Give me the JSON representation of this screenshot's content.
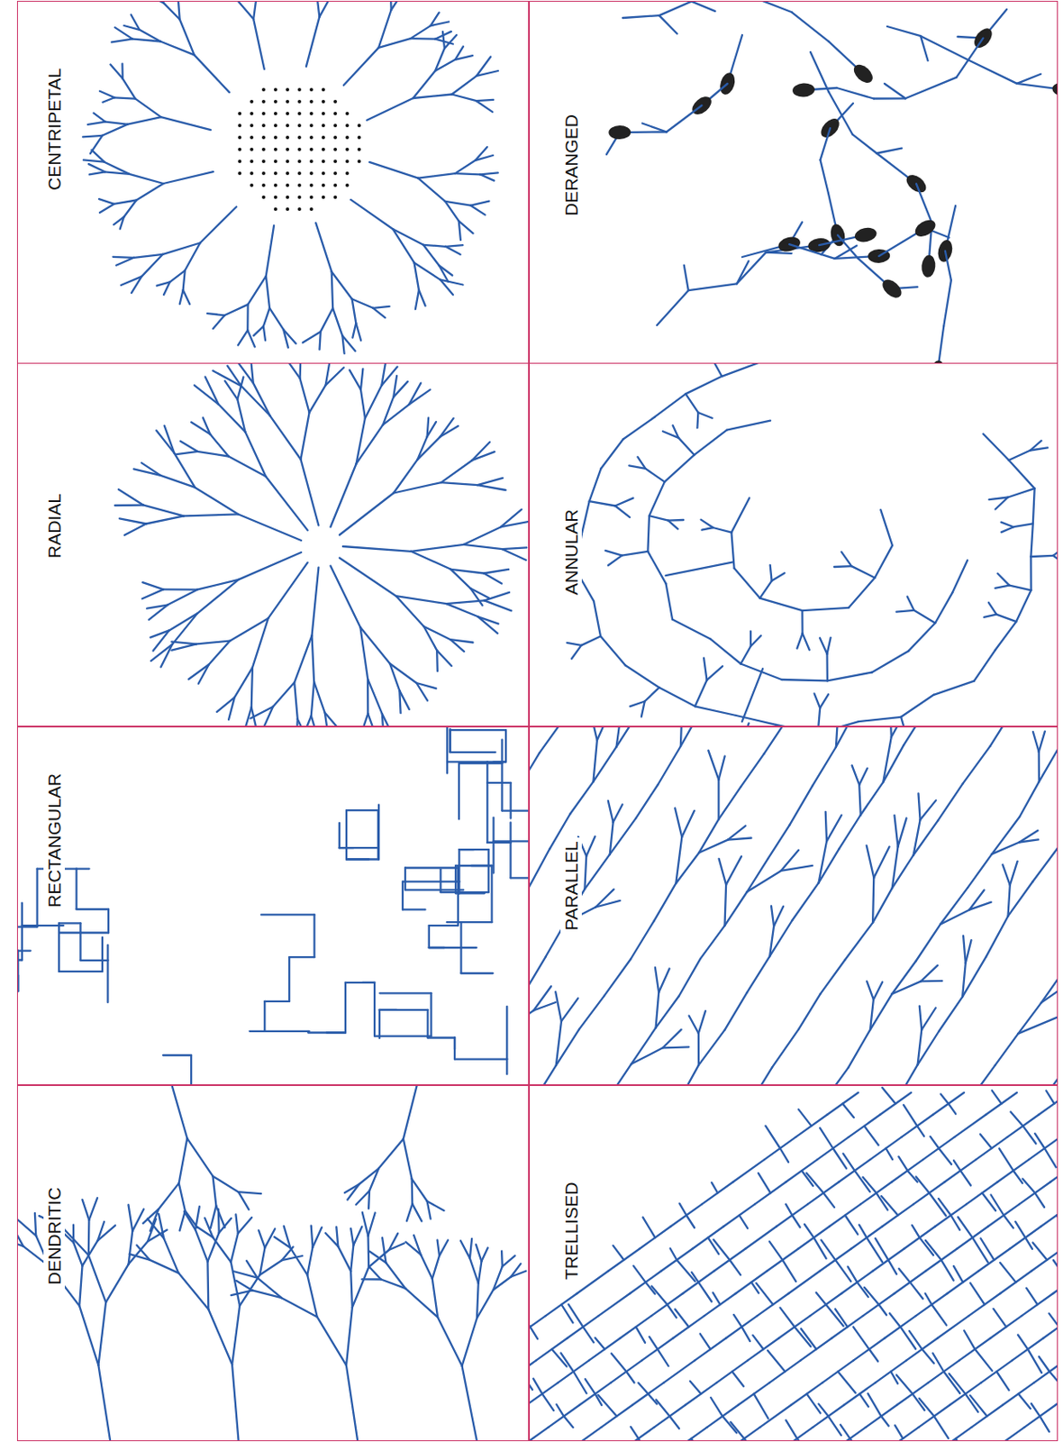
{
  "diagram": {
    "nodes": [
      {
        "text": [
          "CENTRIPETAL"
        ]
      },
      {
        "text": [
          "DERANGED"
        ]
      },
      {
        "text": [
          "RADIAL"
        ]
      },
      {
        "text": [
          "ANNULAR"
        ]
      },
      {
        "text": [
          "RECTANGULAR"
        ]
      },
      {
        "text": [
          "PARALLEL"
        ]
      },
      {
        "text": [
          "DENDRITIC"
        ]
      },
      {
        "text": [
          "TRELLISED"
        ]
      }
    ]
  }
}
